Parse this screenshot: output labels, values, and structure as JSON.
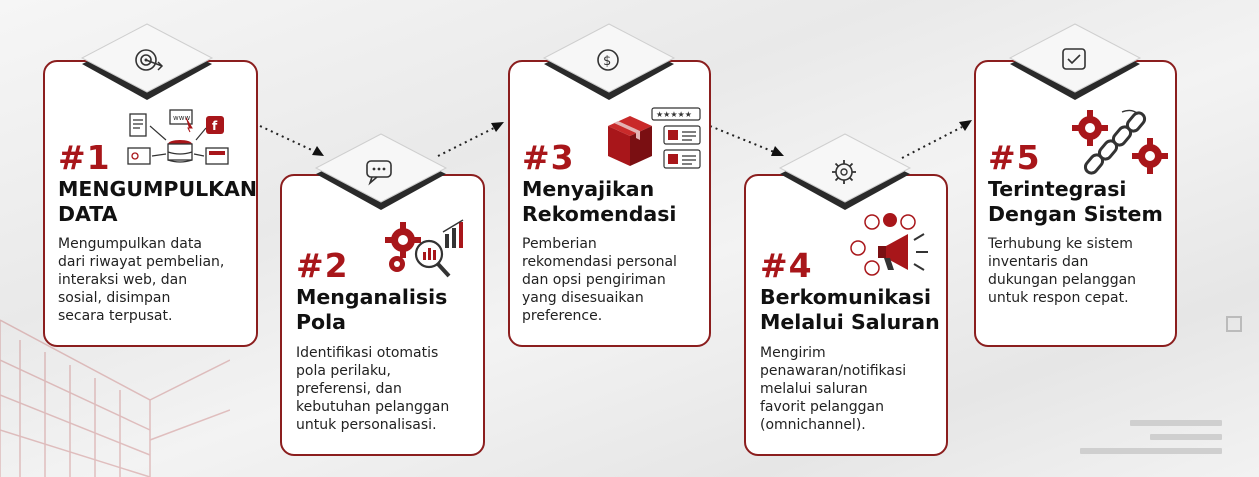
{
  "steps": [
    {
      "num": "#1",
      "title": "MENGUMPULKAN\nDATA",
      "desc": "Mengumpulkan data\ndari riwayat pembelian,\ninteraksi web, dan\nsosial, disimpan\nsecara terpusat.",
      "icon": "target-icon",
      "illustration": "database-sources-icon"
    },
    {
      "num": "#2",
      "title": "Menganalisis\nPola",
      "desc": "Identifikasi otomatis\npola perilaku,\npreferensi, dan\nkebutuhan pelanggan\nuntuk personalisasi.",
      "icon": "chat-bubble-icon",
      "illustration": "gears-analytics-icon"
    },
    {
      "num": "#3",
      "title": "Menyajikan\nRekomendasi",
      "desc": "Pemberian\nrekomendasi personal\ndan opsi pengiriman\nyang disesuaikan\npreference.",
      "icon": "dollar-coin-icon",
      "illustration": "product-box-rating-icon"
    },
    {
      "num": "#4",
      "title": "Berkomunikasi\nMelalui Saluran",
      "desc": "Mengirim\npenawaran/notifikasi\nmelalui saluran\nfavorit pelanggan\n(omnichannel).",
      "icon": "gear-icon",
      "illustration": "megaphone-channels-icon"
    },
    {
      "num": "#5",
      "title": "Terintegrasi\nDengan Sistem",
      "desc": "Terhubung ke sistem\ninventaris dan\ndukungan pelanggan\nuntuk respon cepat.",
      "icon": "checkbox-icon",
      "illustration": "gears-chain-icon"
    }
  ],
  "colors": {
    "accent": "#a8161a",
    "border": "#8b1e1e",
    "text": "#111111"
  }
}
